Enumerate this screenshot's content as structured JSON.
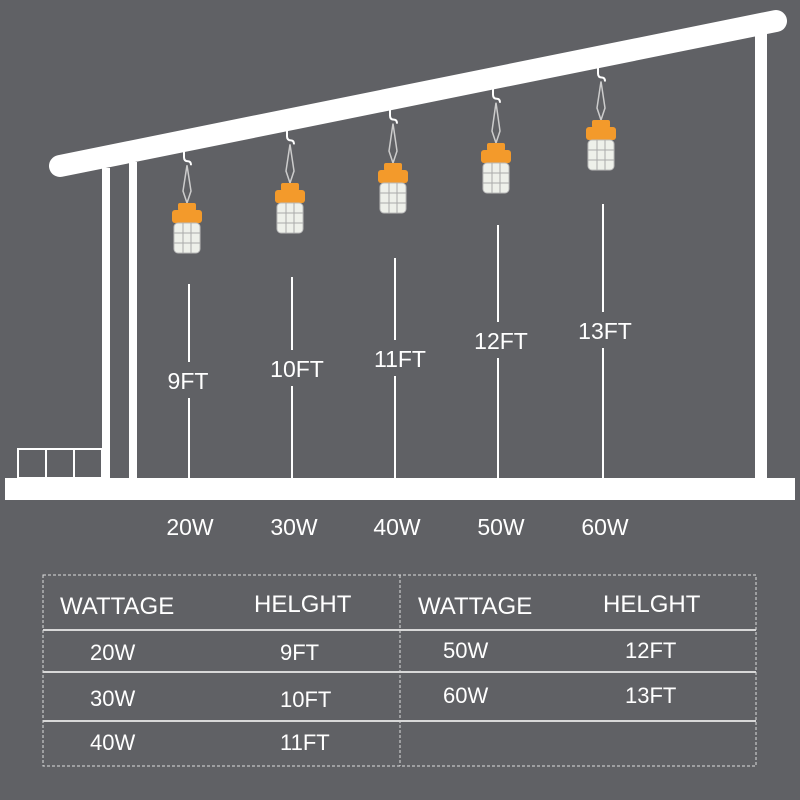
{
  "lamps": [
    {
      "wattage": "20W",
      "height": "9FT"
    },
    {
      "wattage": "30W",
      "height": "10FT"
    },
    {
      "wattage": "40W",
      "height": "11FT"
    },
    {
      "wattage": "50W",
      "height": "12FT"
    },
    {
      "wattage": "60W",
      "height": "13FT"
    }
  ],
  "table": {
    "headers": [
      "WATTAGE",
      "HELGHT",
      "WATTAGE",
      "HELGHT"
    ],
    "left_rows": [
      [
        "20W",
        "9FT"
      ],
      [
        "30W",
        "10FT"
      ],
      [
        "40W",
        "11FT"
      ]
    ],
    "right_rows": [
      [
        "50W",
        "12FT"
      ],
      [
        "60W",
        "13FT"
      ]
    ]
  },
  "colors": {
    "background": "#606165",
    "structure": "#ffffff",
    "lamp_cap": "#f39a2b"
  }
}
